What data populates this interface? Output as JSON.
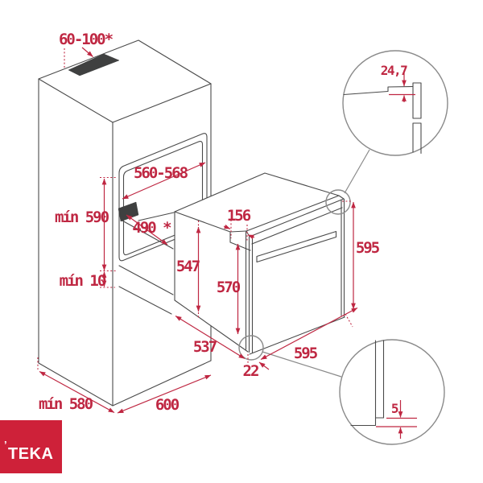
{
  "drawing": {
    "title_implicit": "Built-in oven installation diagram",
    "colors": {
      "dimension_red": "#bf2742",
      "drawing_line": "#4a4a4a",
      "vent_fill": "#3f4040",
      "detail_circle_gray": "#8a8a8a",
      "logo_red": "#ce2139"
    },
    "dims": {
      "top_vent": "60-100*",
      "niche_width": "560-568",
      "niche_height_min": "mín 590",
      "vent_depth": "490 *",
      "bottom_clearance_min": "mín 10",
      "control_panel_height": "156",
      "body_depth": "547",
      "front_height": "570",
      "right_height": "595",
      "bottom_depth": "537",
      "front_width": "595",
      "door_protrusion": "22",
      "cabinet_width": "600",
      "cabinet_depth_min": "mín 580",
      "detail_step": "24,7",
      "detail_gap": "5"
    },
    "logo": {
      "brand": "TEKA",
      "mark": "’"
    }
  }
}
